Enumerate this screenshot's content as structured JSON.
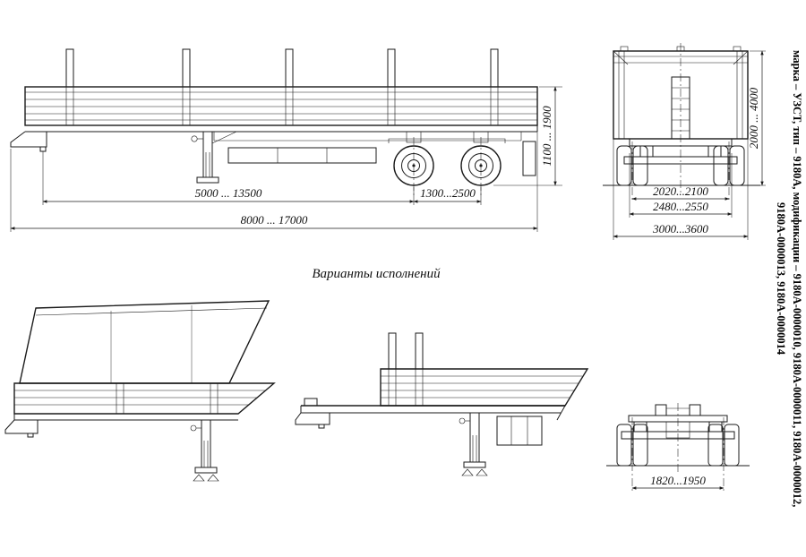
{
  "colors": {
    "ink": "#1b1b1b",
    "paper": "#ffffff"
  },
  "captions": {
    "variants_title": "Варианты исполнений"
  },
  "side_note": {
    "line1": "марка – УЗСТ, тип – 9180А, модификации – 9180А-0000010, 9180А-0000011, 9180А-0000012,",
    "line2": "9180А-0000013, 9180А-0000014"
  },
  "dimensions": {
    "side_view": {
      "kingpin_to_axle": "5000 ... 13500",
      "axle_spacing": "1300...2500",
      "overall_length": "8000 ... 17000",
      "platform_height": "1100 ... 1900"
    },
    "front_view": {
      "width_inner": "2020...2100",
      "width_frame": "2480...2550",
      "width_overall": "3000...3600",
      "height_overall": "2000 ... 4000"
    },
    "chassis_view": {
      "track": "1820...1950"
    }
  }
}
